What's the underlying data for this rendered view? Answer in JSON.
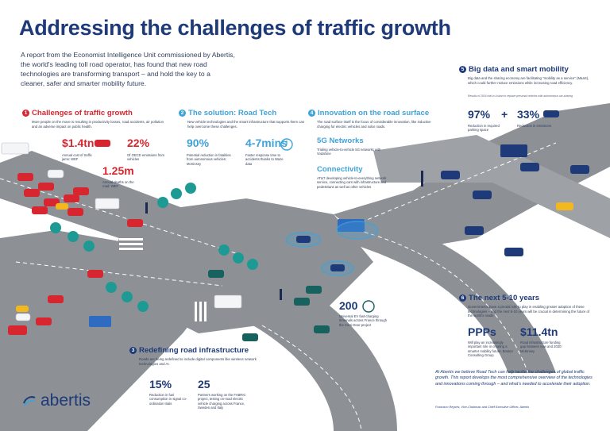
{
  "title": "Addressing the challenges of traffic growth",
  "intro": "A report from the Economist Intelligence Unit commissioned by Abertis, the world's leading toll road operator, has found that new road technologies are transforming transport – and hold the key to a cleaner, safer and smarter mobility future.",
  "sections": {
    "s1": {
      "num": "1",
      "title": "Challenges of traffic growth",
      "text": "More people on the move is resulting in productivity losses, road accidents, air pollution and an adverse impact on public health.",
      "stats": [
        {
          "value": "$1.4tn",
          "caption": "Annual cost of traffic jams: WEF"
        },
        {
          "value": "22%",
          "caption": "Of OECD emissions from vehicles"
        },
        {
          "value": "1.25m",
          "caption": "Annual deaths on the road: WEF"
        }
      ]
    },
    "s2": {
      "num": "2",
      "title": "The solution: Road Tech",
      "text": "New vehicle technologies and the smart infrastructure that supports them can help overcome these challenges.",
      "stats": [
        {
          "value": "90%",
          "caption": "Potential reduction in fatalities from autonomous vehicles: McKinsey"
        },
        {
          "value": "4-7mins",
          "caption": "Faster response time to accidents thanks to Waze data"
        }
      ]
    },
    "s3": {
      "num": "3",
      "title": "Redefining road infrastructure",
      "text": "Roads are being redefined to include digital components like wireless network technologies and AI.",
      "stats": [
        {
          "value": "15%",
          "caption": "Reduction in fuel consumption in signal co-ordination trials"
        },
        {
          "value": "25",
          "caption": "Partners working on the FABRIC project, testing on-road electric vehicle charging across France, Sweden and Italy"
        }
      ]
    },
    "s4": {
      "num": "4",
      "title": "Innovation on the road surface",
      "text": "The road surface itself is the focus of considerable innovation, like inductive charging for electric vehicles and solar roads.",
      "sub1": {
        "title": "5G Networks",
        "text": "Trialing vehicle-to-vehicle 5G networks with Vodafone"
      },
      "sub2": {
        "title": "Connectivity",
        "text": "AT&T developing vehicle-to-everything network service, connecting cars with infrastructure and pedestrians as well as other vehicles"
      },
      "stat": {
        "value": "200",
        "caption": "Universal EV fast-charging terminals across France through the Corri-Door project"
      }
    },
    "s5": {
      "num": "5",
      "title": "Big data and smart mobility",
      "text": "Big data and the sharing economy are facilitating \"mobility as a service\" (MaaS), which could further reduce emissions while increasing road efficiency.",
      "footnote": "Results of 2016 trial in Lisbon to replace personal vehicles with autonomous car-sharing",
      "stats": [
        {
          "value": "97%",
          "caption": "Reduction in required parking space"
        },
        {
          "value": "33%",
          "caption": "Reduction in emissions"
        }
      ],
      "plus": "+"
    },
    "s6": {
      "num": "6",
      "title": "The next 5-10 years",
      "text": "Governments have a pivotal role to play in enabling greater adoption of these technologies – and the next 5-10 years will be crucial in determining the future of the world's roads.",
      "stats": [
        {
          "value": "PPPs",
          "caption": "Will play an increasingly important role in creating a smarter mobility future: Boston Consulting Group"
        },
        {
          "value": "$11.4tn",
          "caption": "Road infrastructure funding gap between now and 2030: McKinsey"
        }
      ]
    }
  },
  "quote": "At Abertis we believe Road Tech can help tackle the challenges of global traffic growth. This report develops the most comprehensive overview of the technologies and innovations coming through – and what's needed to accelerate their adoption.",
  "signature": "Francisco Reynés, Vice-Chairman and Chief Executive Officer, Abertis",
  "logo": "abertis",
  "colors": {
    "navy": "#1e3a78",
    "red": "#d7262f",
    "light_blue": "#3fa3d9",
    "road": "#8d9196"
  }
}
